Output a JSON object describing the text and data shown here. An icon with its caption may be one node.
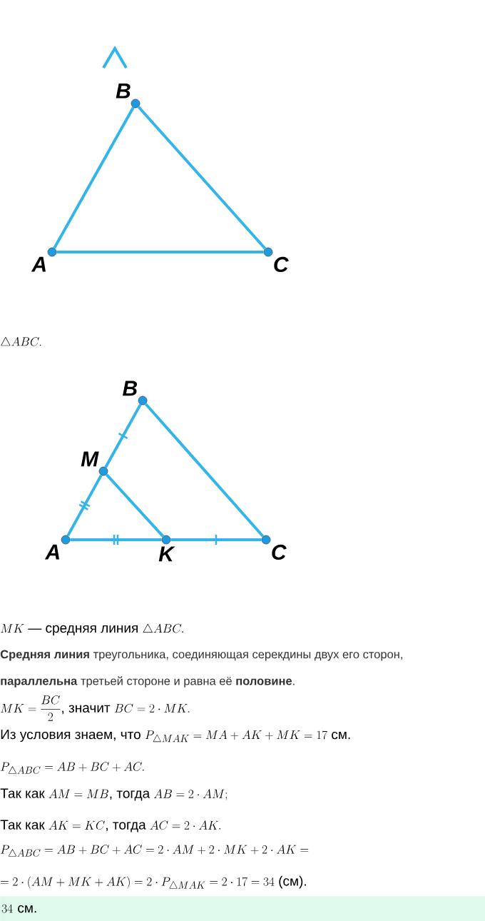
{
  "diagram": {
    "nodes": [
      {
        "text": [
          "A"
        ]
      },
      {
        "text": [
          "B"
        ]
      },
      {
        "text": [
          "C"
        ]
      },
      {
        "text": [
          "B"
        ]
      },
      {
        "text": [
          "M"
        ]
      },
      {
        "text": [
          "A"
        ]
      },
      {
        "text": [
          "K"
        ]
      },
      {
        "text": [
          "C"
        ]
      },
      {
        "text": [
          "34\\text{ см.}"
        ]
      }
    ],
    "edges": [
      {
        "from": 0,
        "to": 1,
        "arrow": "none"
      },
      {
        "from": 1,
        "to": 2,
        "arrow": "none"
      },
      {
        "from": 0,
        "to": 2,
        "arrow": "none"
      },
      {
        "from": 5,
        "to": 4,
        "arrow": "none"
      },
      {
        "from": 4,
        "to": 3,
        "arrow": "none"
      },
      {
        "from": 3,
        "to": 7,
        "arrow": "none"
      },
      {
        "from": 5,
        "to": 6,
        "arrow": "none"
      },
      {
        "from": 6,
        "to": 7,
        "arrow": "none"
      },
      {
        "from": 4,
        "to": 6,
        "arrow": "none"
      }
    ],
    "labels": [
      "\\triangle ABC.",
      "MK\\text{ — средняя линия }\\triangle ABC.",
      "**Средняя линия** треугольника, соединяющая серекдины двух его сторон,",
      "**параллельна** третьей стороне и равна её **половине**.",
      "MK=\\dfrac{BC}{2}\\text{, значит }BC=2\\cdot MK.",
      "\\text{Из условия знаем, что }P_{\\triangle MAK}=MA+AK+MK=17\\text{ см.}",
      "P_{\\triangle ABC}=AB+BC+AC.",
      "\\text{Так как }AM=MB\\text{, тогда }AB=2\\cdot AM;",
      "\\text{Так как }AK=KC\\text{, тогда }AC=2\\cdot AK.",
      "P_{\\triangle ABC}=AB+BC+AC=2\\cdot AM+2\\cdot MK+2\\cdot AK=",
      "=2\\cdot(AM+MK+AK)=2\\cdot P_{\\triangle MAK}=2\\cdot 17=34\\text{ (см).}"
    ]
  }
}
